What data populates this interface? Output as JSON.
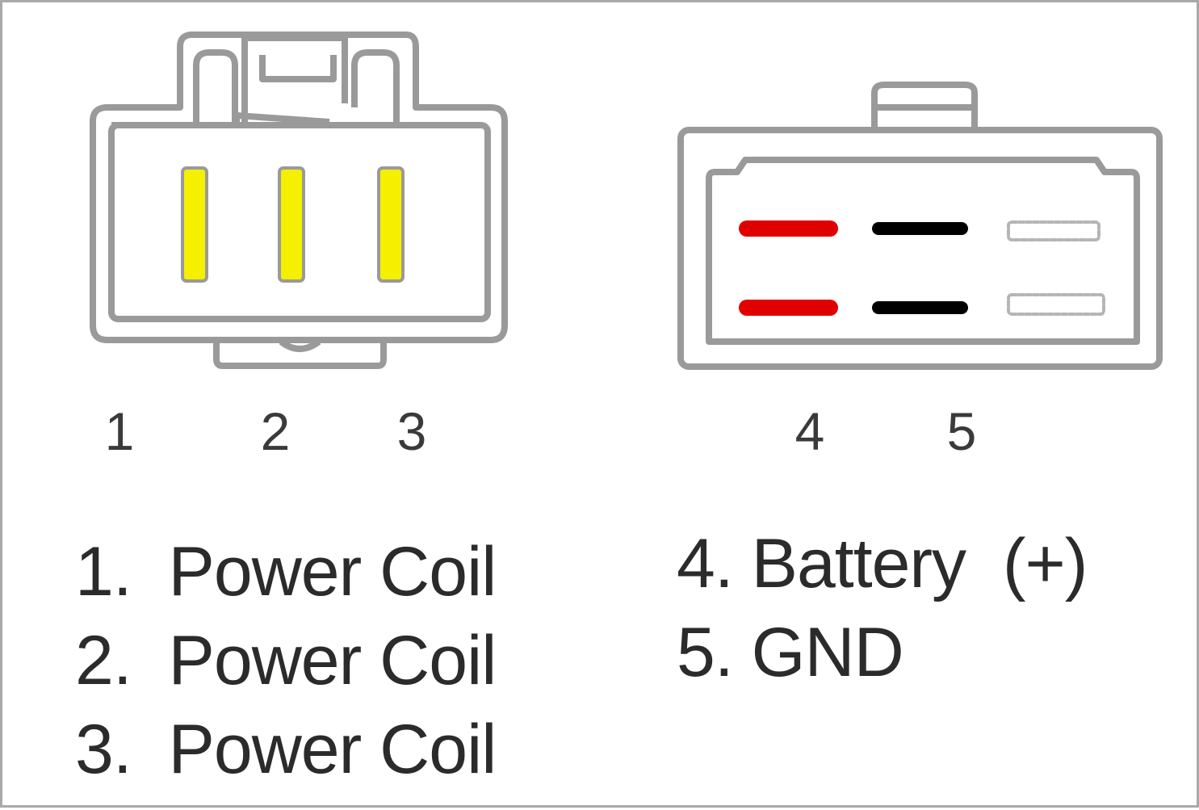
{
  "colors": {
    "outline": "#9a9a9a",
    "power_coil_pin": "#f4f000",
    "pin_outline": "#9a9a9a",
    "positive_pin": "#e10000",
    "ground_pin": "#000000",
    "unused_pin_outline": "#b5b5b5",
    "text": "#2b2b2b"
  },
  "connector_a": {
    "pin_labels": [
      "1",
      "2",
      "3"
    ]
  },
  "connector_b": {
    "pin_labels": [
      "4",
      "5"
    ]
  },
  "legend": {
    "left": [
      "1.  Power Coil",
      "2.  Power Coil",
      "3.  Power Coil"
    ],
    "right": [
      "4. Battery  (+)",
      "5. GND"
    ]
  }
}
